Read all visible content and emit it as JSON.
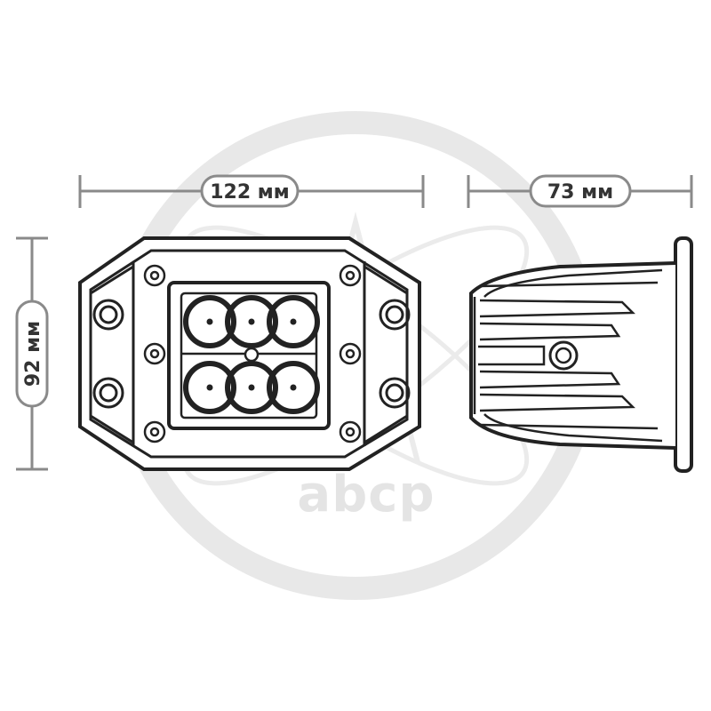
{
  "dimensions": {
    "width": "122 мм",
    "depth": "73 мм",
    "height": "92 мм"
  },
  "watermark": {
    "brand": "abcp"
  },
  "colors": {
    "outline": "#222222",
    "dimension_line": "#888888",
    "watermark": "#d4d4d4"
  }
}
